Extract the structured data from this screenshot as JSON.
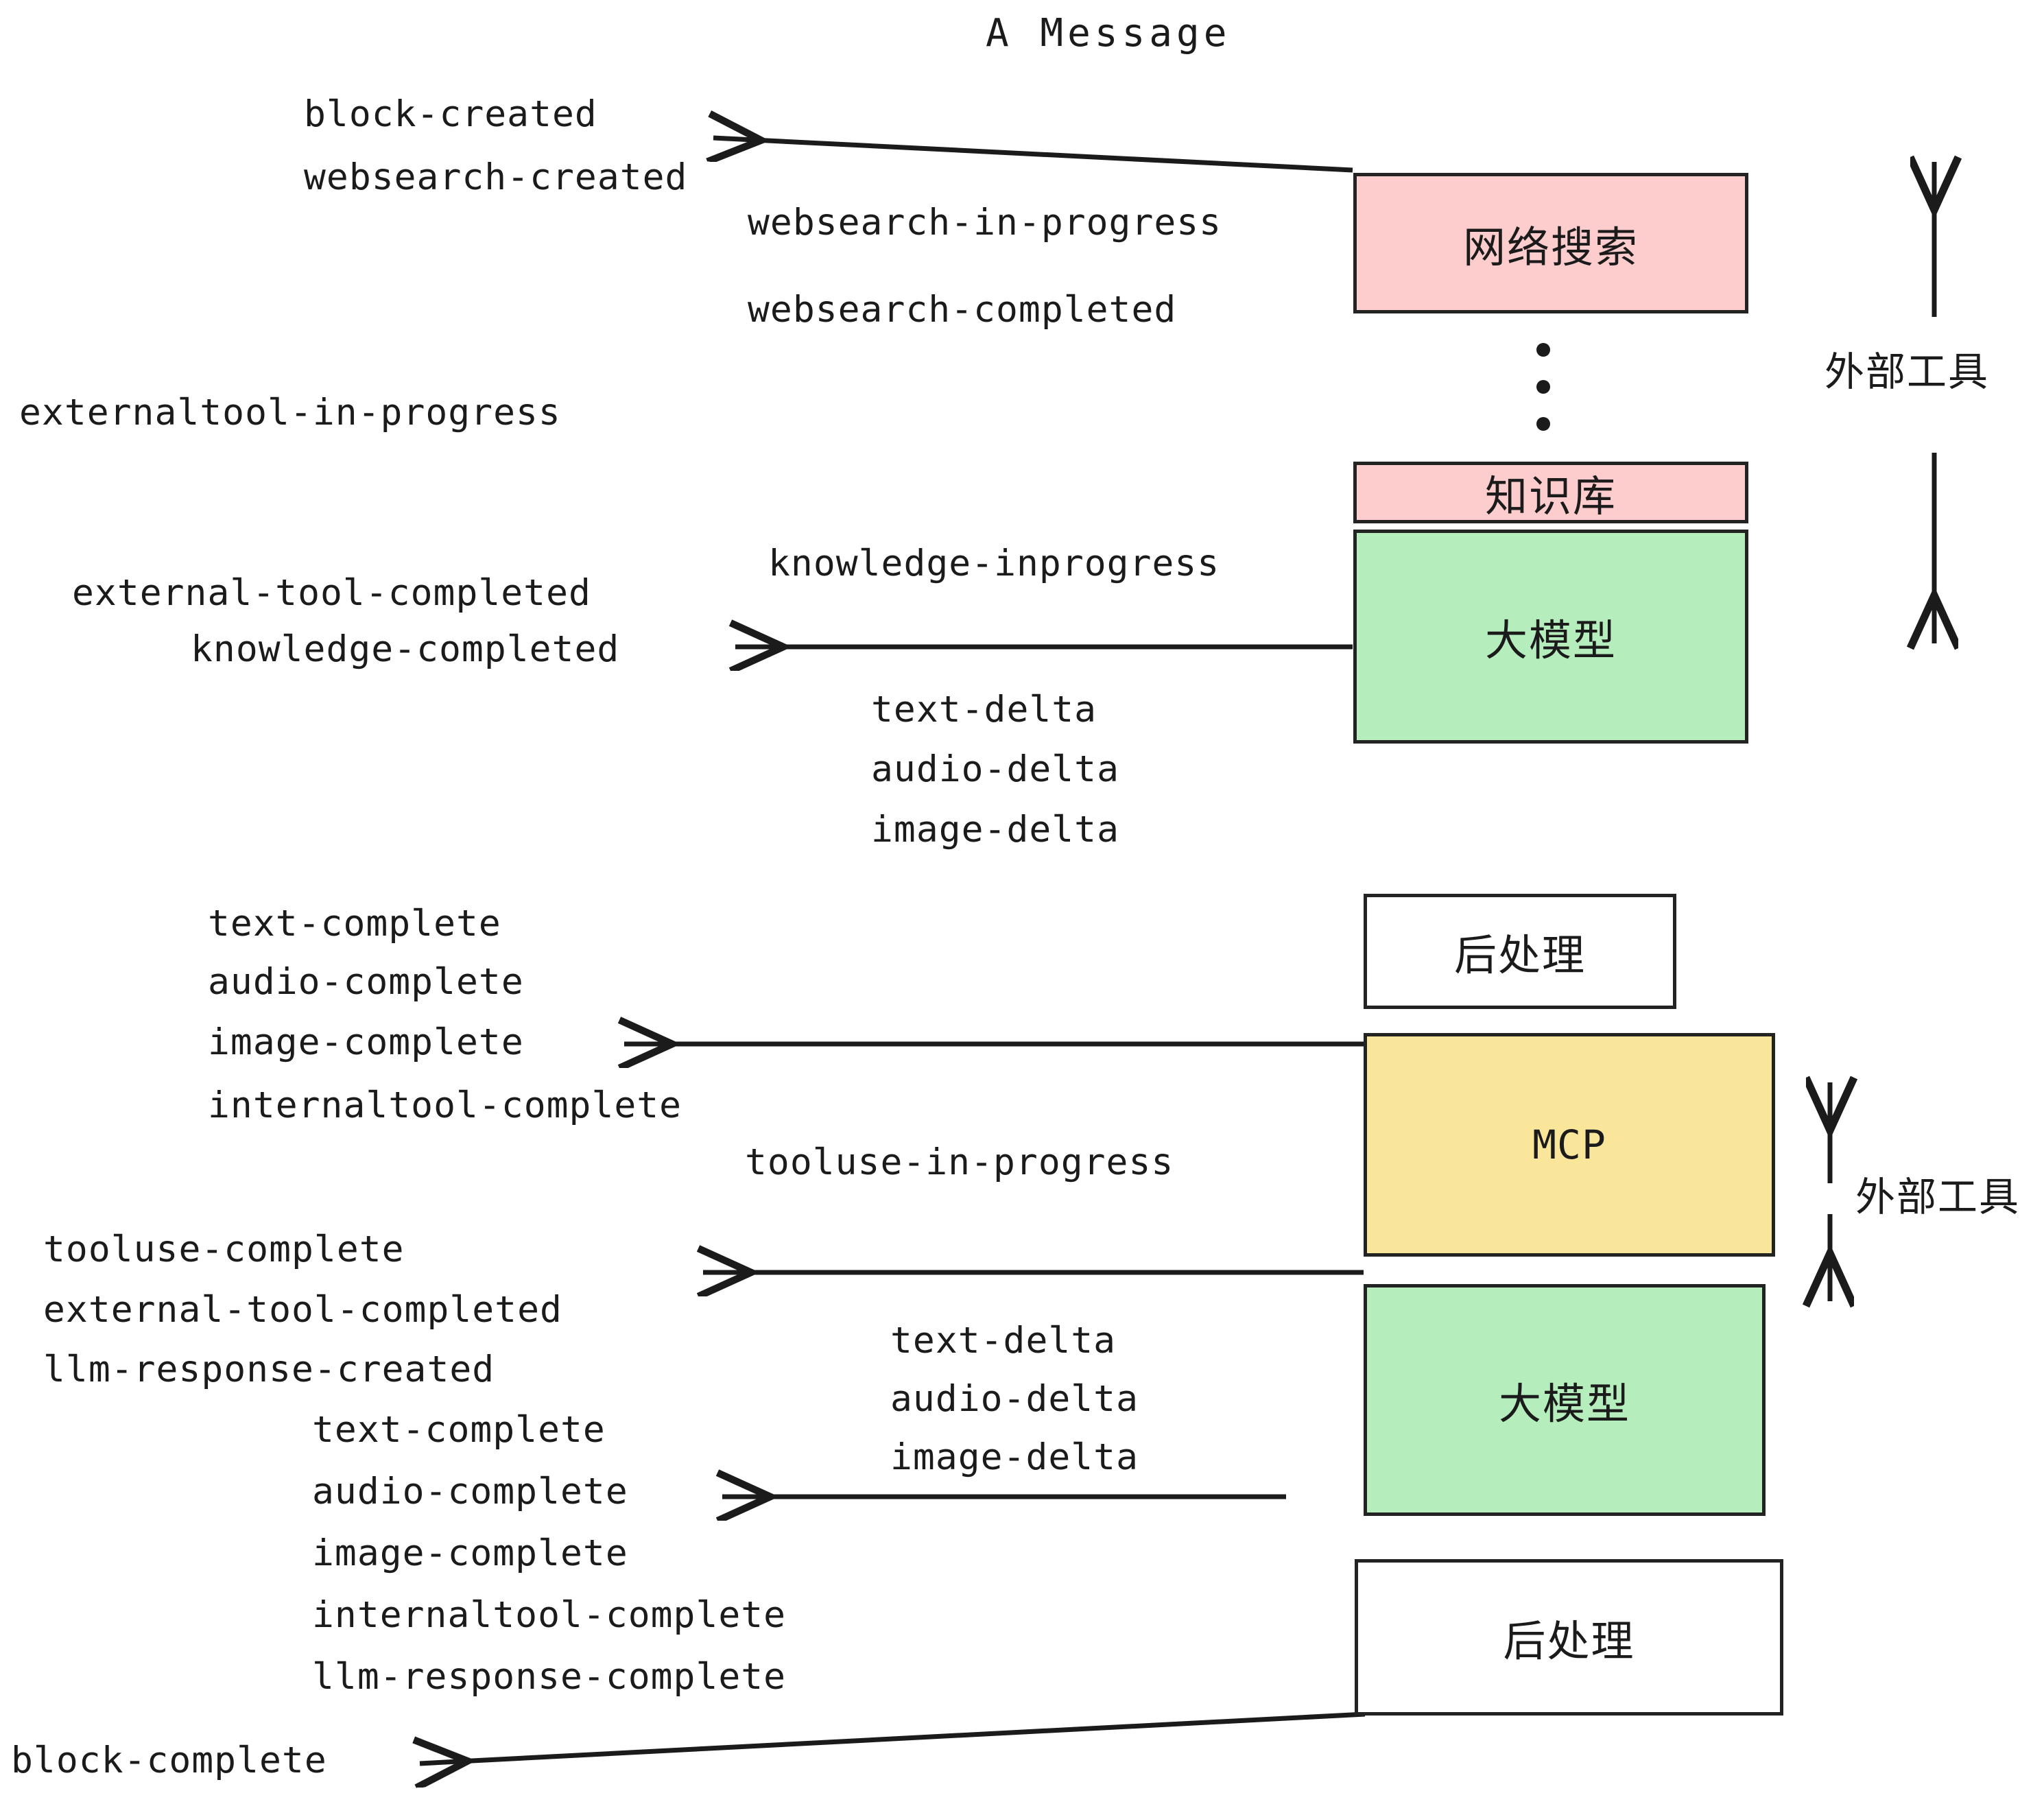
{
  "title": "A Message",
  "colors": {
    "pink": "#fdcdcd",
    "green": "#b6edbd",
    "yellow": "#fae69b",
    "white": "#ffffff",
    "stroke": "#232323",
    "text": "#1b1b1b",
    "background": "#ffffff"
  },
  "nodes": [
    {
      "id": "websearch",
      "label": "网络搜索",
      "fill": "pink"
    },
    {
      "id": "knowledge",
      "label": "知识库",
      "fill": "pink"
    },
    {
      "id": "llm-top",
      "label": "大模型",
      "fill": "green"
    },
    {
      "id": "post-top",
      "label": "后处理",
      "fill": "white"
    },
    {
      "id": "mcp",
      "label": "MCP",
      "fill": "yellow"
    },
    {
      "id": "llm-bottom",
      "label": "大模型",
      "fill": "green"
    },
    {
      "id": "post-bottom",
      "label": "后处理",
      "fill": "white"
    }
  ],
  "group_labels": [
    {
      "id": "external-tools-top",
      "label": "外部工具"
    },
    {
      "id": "external-tools-bottom",
      "label": "外部工具"
    }
  ],
  "events": {
    "block_created": "block-created",
    "websearch_created": "websearch-created",
    "websearch_in_progress": "websearch-in-progress",
    "websearch_completed": "websearch-completed",
    "externaltool_in_progress": "externaltool-in-progress",
    "knowledge_inprogress": "knowledge-inprogress",
    "external_tool_completed_1": "external-tool-completed",
    "knowledge_completed": "knowledge-completed",
    "text_delta_1": "text-delta",
    "audio_delta_1": "audio-delta",
    "image_delta_1": "image-delta",
    "text_complete_1": "text-complete",
    "audio_complete_1": "audio-complete",
    "image_complete_1": "image-complete",
    "internaltool_complete_1": "internaltool-complete",
    "tooluse_in_progress": "tooluse-in-progress",
    "tooluse_complete": "tooluse-complete",
    "external_tool_completed_2": "external-tool-completed",
    "llm_response_created": "llm-response-created",
    "text_delta_2": "text-delta",
    "audio_delta_2": "audio-delta",
    "image_delta_2": "image-delta",
    "text_complete_2": "text-complete",
    "audio_complete_2": "audio-complete",
    "image_complete_2": "image-complete",
    "internaltool_complete_2": "internaltool-complete",
    "llm_response_complete": "llm-response-complete",
    "block_complete": "block-complete"
  }
}
